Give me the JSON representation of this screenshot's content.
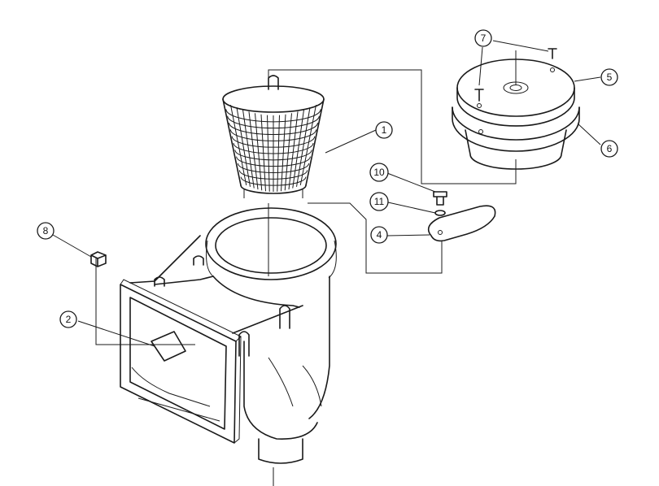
{
  "callouts": [
    {
      "id": "c1",
      "text": "1"
    },
    {
      "id": "c2",
      "text": "2"
    },
    {
      "id": "c4",
      "text": "4"
    },
    {
      "id": "c5",
      "text": "5"
    },
    {
      "id": "c6",
      "text": "6"
    },
    {
      "id": "c7",
      "text": "7"
    },
    {
      "id": "c8",
      "text": "8"
    },
    {
      "id": "c10",
      "text": "10"
    },
    {
      "id": "c11",
      "text": "11"
    }
  ]
}
